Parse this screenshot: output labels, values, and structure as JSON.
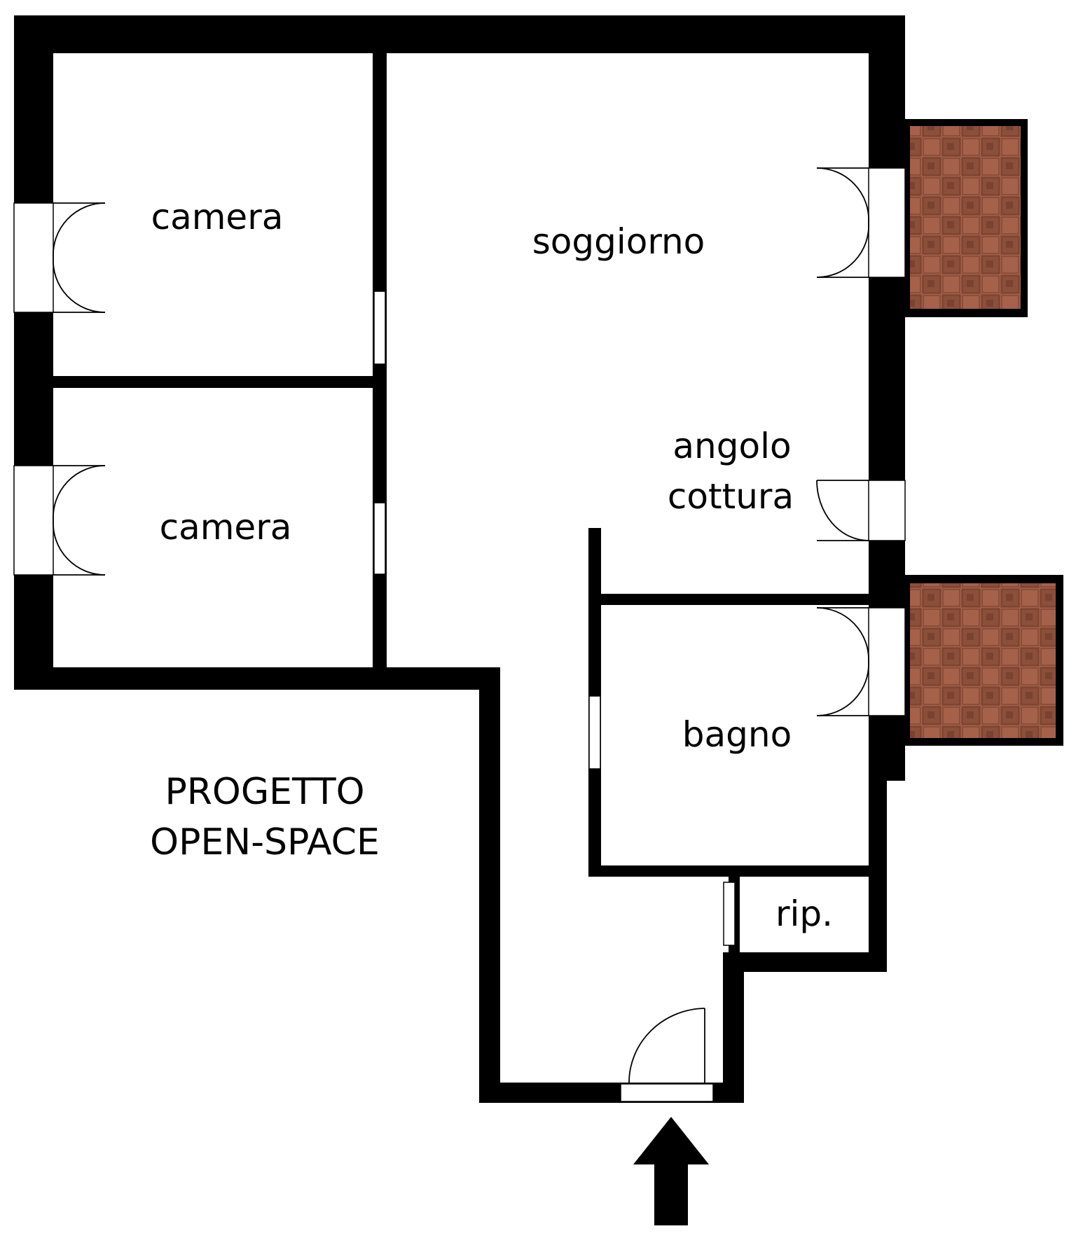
{
  "rooms": {
    "camera_top": "camera",
    "camera_bottom": "camera",
    "soggiorno": "soggiorno",
    "angolo_line1": "angolo",
    "angolo_line2": "cottura",
    "bagno": "bagno",
    "ripostiglio": "rip."
  },
  "project_note": {
    "line1": "PROGETTO",
    "line2": "OPEN-SPACE"
  },
  "colors": {
    "wall": "#000000",
    "balcony_tile_a": "#8c4f3a",
    "balcony_tile_b": "#a5614a",
    "balcony_tile_c": "#7a4230"
  },
  "icons": {
    "entrance": "entrance-arrow-icon"
  }
}
